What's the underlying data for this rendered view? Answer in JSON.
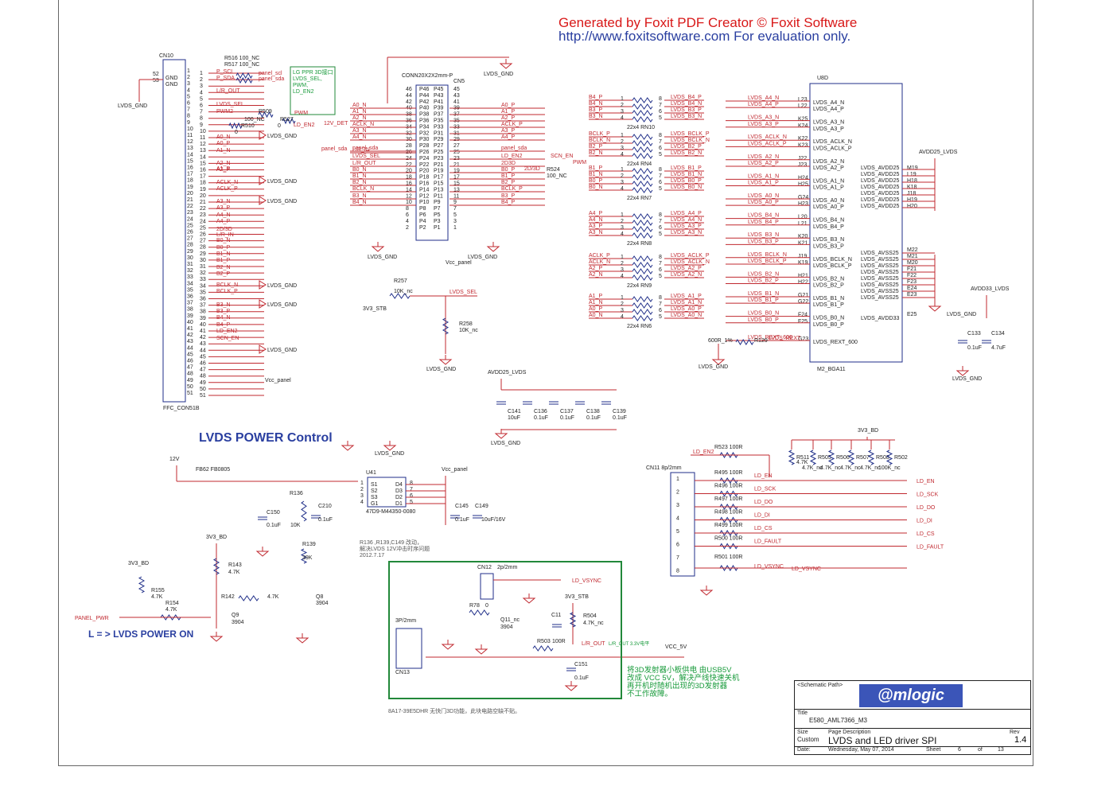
{
  "banner": {
    "line1": "Generated by Foxit PDF Creator © Foxit Software",
    "line2": "http://www.foxitsoftware.com   For evaluation only."
  },
  "colors": {
    "wire": "#c0282f",
    "component": "#1f2e88",
    "text": "#222222",
    "note_green": "#179a3a",
    "frame_green": "#22883a"
  },
  "cn10": {
    "ref": "CN10",
    "footprint": "FFC_CON51B",
    "gnd_pins": [
      "52",
      "53"
    ],
    "gnd_label": "GND",
    "pins": [
      "1",
      "2",
      "3",
      "4",
      "5",
      "6",
      "7",
      "8",
      "9",
      "10",
      "11",
      "12",
      "13",
      "14",
      "15",
      "16",
      "17",
      "18",
      "19",
      "20",
      "21",
      "22",
      "23",
      "24",
      "25",
      "26",
      "27",
      "28",
      "29",
      "30",
      "31",
      "32",
      "33",
      "34",
      "35",
      "36",
      "37",
      "38",
      "39",
      "40",
      "41",
      "42",
      "43",
      "44",
      "45",
      "46",
      "47",
      "48",
      "49",
      "50",
      "51"
    ],
    "nets": [
      "P_SCL",
      "P_SDA",
      "L/R_OUT",
      "LVDS_SEL",
      "PWM2",
      "A0_N",
      "A0_P",
      "A1_N",
      "A1_P",
      "A2_N",
      "A2_P",
      "ACLK_N",
      "ACLK_P",
      "A3_N",
      "A3_P",
      "A4_N",
      "A4_P",
      "2D/3D",
      "L/R_IN",
      "B0_N",
      "B0_P",
      "B1_N",
      "B1_P",
      "B2_N",
      "B2_P",
      "BCLK_N",
      "BCLK_P",
      "B3_N",
      "B3_P",
      "B4_N",
      "B4_P",
      "LD_EN2",
      "SCN_EN"
    ],
    "gnd_net": "LVDS_GND",
    "vcc_net": "Vcc_panel"
  },
  "resistors_top": [
    {
      "ref": "R516",
      "value": "100_NC",
      "net": "panel_scl"
    },
    {
      "ref": "R517",
      "value": "100_NC",
      "net": "panel_sda"
    },
    {
      "ref": "R509",
      "value": "100_NC",
      "net": "PWM"
    },
    {
      "ref": "R510",
      "value": "0"
    },
    {
      "ref": "R527",
      "value": "0"
    }
  ],
  "note_lg": "LG PPR 3D接口\nLVDS_SEL,\nPWM,\nLD_EN2",
  "det_label": "12V_DET",
  "cn5": {
    "ref": "CN5",
    "part": "CONN20X2X2mm-P",
    "left_nets": [
      "A0_N",
      "A1_N",
      "A2_N",
      "ACLK_N",
      "A3_N",
      "A4_N",
      "panel_sda",
      "L/R_IN",
      "LVDS_SEL",
      "L/R_OUT",
      "B0_N",
      "B1_N",
      "B2_N",
      "BCLK_N",
      "B3_N",
      "B4_N"
    ],
    "right_nets": [
      "A0_P",
      "A1_P",
      "A2_P",
      "ACLK_P",
      "A3_P",
      "A4_P",
      "panel_sda",
      "LD_EN2",
      "2D3D",
      "B0_P",
      "B1_P",
      "B2_P",
      "BCLK_P",
      "B3_P",
      "B4_P"
    ],
    "pin_labels": [
      "P46",
      "P45",
      "P44",
      "P43",
      "P42",
      "P41",
      "P40",
      "P39",
      "P38",
      "P37",
      "P36",
      "P35",
      "P34",
      "P33",
      "P32",
      "P31",
      "P30",
      "P29",
      "P28",
      "P27",
      "P26",
      "P25",
      "P24",
      "P23",
      "P22",
      "P21",
      "P20",
      "P19",
      "P18",
      "P17",
      "P16",
      "P15",
      "P14",
      "P13",
      "P12",
      "P11",
      "P10",
      "P9",
      "P8",
      "P7",
      "P6",
      "P5",
      "P4",
      "P3",
      "P2",
      "P1"
    ],
    "gnd_left": "LVDS_GND",
    "gnd_right": "LVDS_GND",
    "vcc": "Vcc_panel",
    "gnd_top": "LVDS_GND",
    "scn_en": "SCN_EN",
    "pwm": "PWM",
    "r524": "R524",
    "r524_value": "100_NC",
    "net_2d3d": "2D/3D"
  },
  "rnet": [
    {
      "ref": "22x4 RN10",
      "p": [
        "B4_P",
        "B4_N",
        "B3_P",
        "B3_N"
      ],
      "q": [
        "LVDS_B4_P",
        "LVDS_B4_N",
        "LVDS_B3_P",
        "LVDS_B3_N"
      ]
    },
    {
      "ref": "22x4 RN4",
      "p": [
        "BCLK_P",
        "BCLK_N",
        "B2_P",
        "B2_N"
      ],
      "q": [
        "LVDS_BCLK_P",
        "LVDS_BCLK_N",
        "LVDS_B2_P",
        "LVDS_B2_N"
      ]
    },
    {
      "ref": "22x4 RN7",
      "p": [
        "B1_P",
        "B1_N",
        "B0_P",
        "B0_N"
      ],
      "q": [
        "LVDS_B1_P",
        "LVDS_B1_N",
        "LVDS_B0_P",
        "LVDS_B0_N"
      ]
    },
    {
      "ref": "22x4 RN8",
      "p": [
        "A4_P",
        "A4_N",
        "A3_P",
        "A3_N"
      ],
      "q": [
        "LVDS_A4_P",
        "LVDS_A4_N",
        "LVDS_A3_P",
        "LVDS_A3_N"
      ]
    },
    {
      "ref": "22x4 RN9",
      "p": [
        "ACLK_P",
        "ACLK_N",
        "A2_P",
        "A2_N"
      ],
      "q": [
        "LVDS_ACLK_P",
        "LVDS_ACLK_N",
        "LVDS_A2_P",
        "LVDS_A2_N"
      ]
    },
    {
      "ref": "22x4 RN6",
      "p": [
        "A1_P",
        "A1_N",
        "A0_P",
        "A0_N"
      ],
      "q": [
        "LVDS_A1_P",
        "LVDS_A1_N",
        "LVDS_A0_P",
        "LVDS_A0_N"
      ]
    }
  ],
  "u8d": {
    "ref": "U8D",
    "part": "M2_BGA11",
    "left_pins": [
      "L23",
      "L22",
      "K25",
      "K24",
      "K22",
      "K23",
      "J22",
      "J23",
      "H24",
      "H25",
      "G24",
      "H23",
      "L20",
      "L21",
      "K20",
      "K21",
      "J19",
      "K19",
      "H21",
      "H22",
      "G21",
      "G22",
      "F24",
      "F25",
      "G23"
    ],
    "left_nets": [
      "LVDS_A4_N",
      "LVDS_A4_P",
      "LVDS_A3_N",
      "LVDS_A3_P",
      "LVDS_ACLK_N",
      "LVDS_ACLK_P",
      "LVDS_A2_N",
      "LVDS_A2_P",
      "LVDS_A1_N",
      "LVDS_A1_P",
      "LVDS_A0_N",
      "LVDS_A0_P",
      "LVDS_B4_N",
      "LVDS_B4_P",
      "LVDS_B3_N",
      "LVDS_B3_P",
      "LVDS_BCLK_N",
      "LVDS_BCLK_P",
      "LVDS_B2_N",
      "LVDS_B2_P",
      "LVDS_B1_N",
      "LVDS_B1_P",
      "LVDS_B0_N",
      "LVDS_B0_P",
      "LVDS_REXT_600"
    ],
    "avdd_pins": [
      "M19",
      "L19",
      "H18",
      "K18",
      "J18",
      "H19",
      "H20"
    ],
    "avss_pins": [
      "M22",
      "M21",
      "M20",
      "F21",
      "F22",
      "F23",
      "E24",
      "E23"
    ],
    "avdd_label": "LVDS_AVDD25",
    "avss_label": "LVDS_AVSS25",
    "avdd33": "LVDS_AVDD33",
    "e25": "E25",
    "avdd25_net": "AVDD25_LVDS",
    "avdd33_net": "AVDD33_LVDS",
    "gnd": "LVDS_GND",
    "r129": "R129",
    "r129_value": "600R_1%",
    "rext_net": "LVDS_REXT"
  },
  "caps_avdd": [
    {
      "ref": "C141",
      "value": "10uF"
    },
    {
      "ref": "C136",
      "value": "0.1uF"
    },
    {
      "ref": "C137",
      "value": "0.1uF"
    },
    {
      "ref": "C138",
      "value": "0.1uF"
    },
    {
      "ref": "C139",
      "value": "0.1uF"
    }
  ],
  "caps_avdd33": [
    {
      "ref": "C133",
      "value": "0.1uF"
    },
    {
      "ref": "C134",
      "value": "4.7uF"
    }
  ],
  "lvds_sel": {
    "r257": "R257",
    "r257_value": "10K_nc",
    "r258": "R258",
    "r258_value": "10K_nc",
    "net": "LVDS_SEL",
    "supply": "3V3_STB",
    "gnd": "LVDS_GND"
  },
  "power": {
    "title": "LVDS POWER Control",
    "gnd": "LVDS_GND",
    "v12": "12V",
    "fb": "FB62",
    "fb_value": "FB0805",
    "c150": "C150",
    "c150_value": "0.1uF",
    "r136": "R136",
    "r136_value": "10K",
    "c210": "C210",
    "c210_value": "0.1uF",
    "r139": "R139",
    "r139_value": "39K",
    "u41": "U41",
    "u41_part": "47D9-M44350-0080",
    "u41_left": [
      "S1",
      "S2",
      "S3",
      "G1"
    ],
    "u41_right": [
      "D4",
      "D3",
      "D2",
      "D1"
    ],
    "u41_lpins": [
      "1",
      "2",
      "3",
      "4"
    ],
    "u41_rpins": [
      "8",
      "7",
      "6",
      "5"
    ],
    "vcc_panel": "Vcc_panel",
    "c145": "C145",
    "c145_value": "0.1uF",
    "c149": "C149",
    "c149_value": "10uF/16V",
    "note": "R136 ,R139,C149 改动，\n解决LVDS 12V冲击时序问题\n2012.7.17",
    "v3v3_bd": "3V3_BD",
    "r143": "R143",
    "r143_value": "4.7K",
    "r142": "R142",
    "r142_value": "4.7K",
    "q8": "Q8",
    "q8_value": "3904",
    "q9": "Q9",
    "q9_value": "3904",
    "r155": "R155",
    "r155_value": "4.7K",
    "r154": "R154",
    "r154_value": "4.7K",
    "panel_pwr": "PANEL_PWR",
    "logic": "L = > LVDS  POWER  ON"
  },
  "green_block": {
    "cn12": "CN12",
    "cn12_part": "2p/2mm",
    "ld_vsync": "LD_VSYNC",
    "v3v3_stb": "3V3_STB",
    "r78": "R78",
    "r78_value": "0",
    "q11": "Q11_nc",
    "q11_value": "3904",
    "c11": "C11",
    "r504": "R504",
    "r504_value": "4.7K_nc",
    "r503": "R503",
    "r503_value": "100R",
    "lr_out": "L/R_OUT",
    "lr_note": "L/R_OUT 3.3V电平",
    "vcc5": "VCC_5V",
    "cn13": "CN13",
    "cn13_part": "3P/2mm",
    "c151": "C151",
    "c151_value": "0.1uF",
    "cn_note": "将3D发射器小板供电 由USB5V\n改成 VCC 5V，解决产线快速关机\n再开机时随机出现的3D发射器\n不工作故障。",
    "bottom_note": "8A17-39E5DHR 无快门3D功能，此块电路空缺不贴。"
  },
  "cn11": {
    "ref": "CN11",
    "part": "8p/2mm",
    "pins": [
      "1",
      "2",
      "3",
      "4",
      "5",
      "6",
      "7",
      "8"
    ],
    "ld_en2": "LD_EN2",
    "r523": "R523",
    "r523_value": "100R",
    "series": [
      {
        "ref": "R495",
        "value": "100R",
        "net": "LD_EN",
        "out": "LD_EN"
      },
      {
        "ref": "R496",
        "value": "100R",
        "net": "LD_SCK",
        "out": "LD_SCK"
      },
      {
        "ref": "R497",
        "value": "100R",
        "net": "LD_DO",
        "out": "LD_DO"
      },
      {
        "ref": "R498",
        "value": "100R",
        "net": "LD_DI",
        "out": "LD_DI"
      },
      {
        "ref": "R499",
        "value": "100R",
        "net": "LD_CS",
        "out": "LD_CS"
      },
      {
        "ref": "R500",
        "value": "100R",
        "net": "LD_FAULT",
        "out": "LD_FAULT"
      },
      {
        "ref": "R501",
        "value": "100R",
        "net": "LD_VSYNC",
        "out": "LD_VSYNC"
      }
    ],
    "pullups": [
      {
        "ref": "R511",
        "value": "4.7K"
      },
      {
        "ref": "R505",
        "value": "4.7K_nc"
      },
      {
        "ref": "R506",
        "value": "4.7K_nc"
      },
      {
        "ref": "R507",
        "value": "4.7K_nc"
      },
      {
        "ref": "R508",
        "value": "4.7K_nc"
      },
      {
        "ref": "R502",
        "value": "100K_nc"
      }
    ],
    "supply": "3V3_BD"
  },
  "title_block": {
    "path_label": "<Schematic Path>",
    "logo": "@mlogic",
    "title_label": "Title",
    "title": "E580_AML7366_M3",
    "size_label": "Size",
    "size": "Custom",
    "desc_label": "Page Description",
    "desc": "LVDS and LED driver SPI",
    "rev_label": "Rev",
    "rev": "1.4",
    "date_label": "Date:",
    "date": "Wednesday, May 07, 2014",
    "sheet_label": "Sheet",
    "sheet": "6",
    "of_label": "of",
    "total": "13"
  }
}
